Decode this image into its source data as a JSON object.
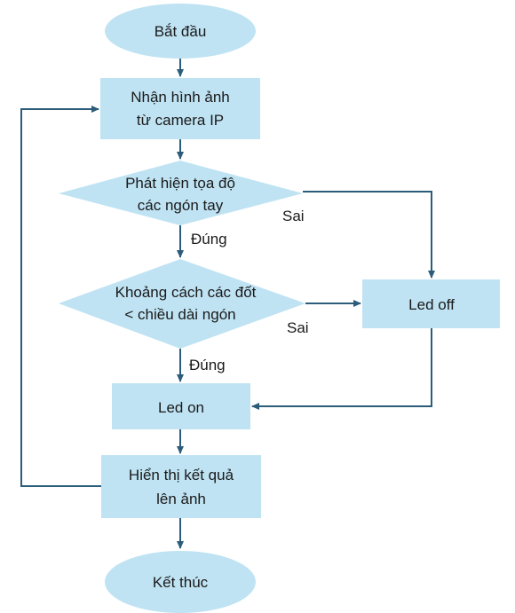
{
  "nodes": {
    "start": {
      "label": "Bắt đầu"
    },
    "receive_image": {
      "lines": [
        "Nhận hình ảnh",
        "từ  camera IP"
      ]
    },
    "detect_fingers": {
      "lines": [
        "Phát hiện tọa độ",
        "các ngón tay"
      ]
    },
    "compare_distance": {
      "lines": [
        "Khoảng cách các đốt",
        "< chiều dài ngón"
      ]
    },
    "led_off": {
      "label": "Led off"
    },
    "led_on": {
      "label": "Led on"
    },
    "show_result": {
      "lines": [
        "Hiển thị kết quả",
        "lên ảnh"
      ]
    },
    "end": {
      "label": "Kết thúc"
    }
  },
  "edge_labels": {
    "detect_yes": "Đúng",
    "detect_no": "Sai",
    "compare_yes": "Đúng",
    "compare_no": "Sai"
  },
  "colors": {
    "node_fill": "#bfe3f3",
    "edge_stroke": "#2b5d7a",
    "text": "#1a1a1a"
  }
}
